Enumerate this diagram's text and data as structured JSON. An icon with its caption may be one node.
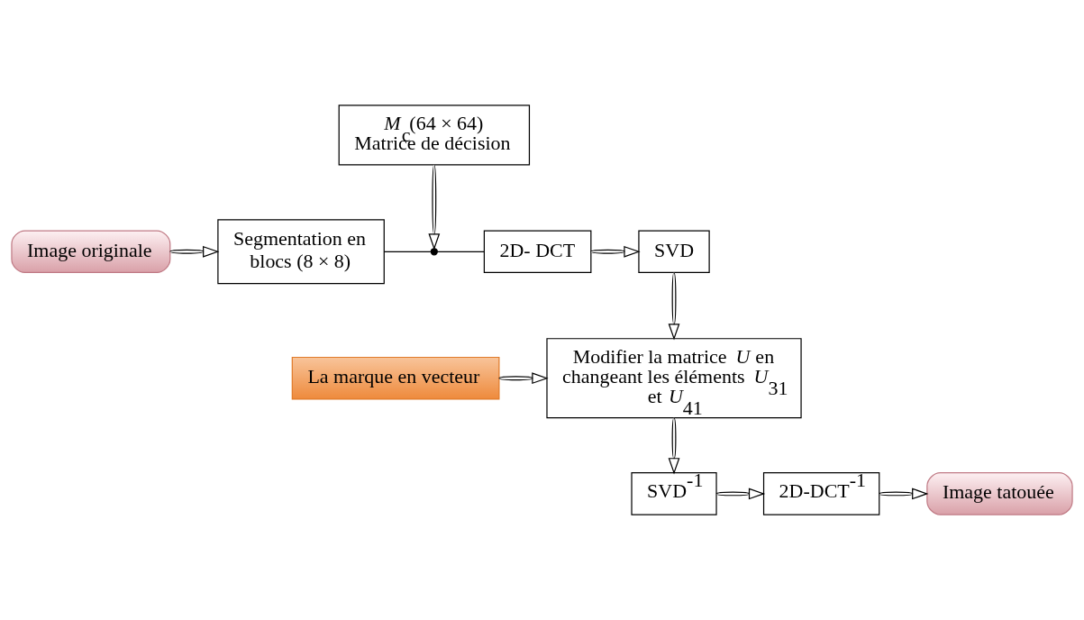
{
  "diagram": {
    "nodes": [
      {
        "text": [
          "Image originale"
        ]
      },
      {
        "text": [
          "Segmentation en blocs (8 × 8)"
        ]
      },
      {
        "text": [
          "*M*$_{c}$(64 × 64)",
          "Matrice de décision"
        ]
      },
      {
        "text": [],
        "shape": "switch"
      },
      {
        "text": [
          "2D- DCT"
        ]
      },
      {
        "text": [
          "SVD"
        ]
      },
      {
        "text": [
          "Modifier la matrice *U* en changeant les éléments *U*$_{31}$ et *U*$_{41}$"
        ]
      },
      {
        "text": [
          "La marque en vecteur"
        ]
      },
      {
        "text": [
          "SVD$^{-1}$"
        ]
      },
      {
        "text": [
          "2D-DCT$^{-1}$"
        ]
      },
      {
        "text": [
          "Image tatouée"
        ]
      }
    ],
    "edges": [
      {
        "from": 0,
        "to": 1,
        "arrow": "to"
      },
      {
        "from": 2,
        "to": 3,
        "arrow": "to"
      },
      {
        "from": 1,
        "to": 3,
        "arrow": "none"
      },
      {
        "from": 3,
        "to": 4,
        "arrow": "none"
      },
      {
        "from": 4,
        "to": 5,
        "arrow": "to"
      },
      {
        "from": 5,
        "to": 6,
        "arrow": "to"
      },
      {
        "from": 7,
        "to": 6,
        "arrow": "to"
      },
      {
        "from": 6,
        "to": 8,
        "arrow": "to"
      },
      {
        "from": 8,
        "to": 9,
        "arrow": "to"
      },
      {
        "from": 9,
        "to": 10,
        "arrow": "to"
      }
    ]
  }
}
